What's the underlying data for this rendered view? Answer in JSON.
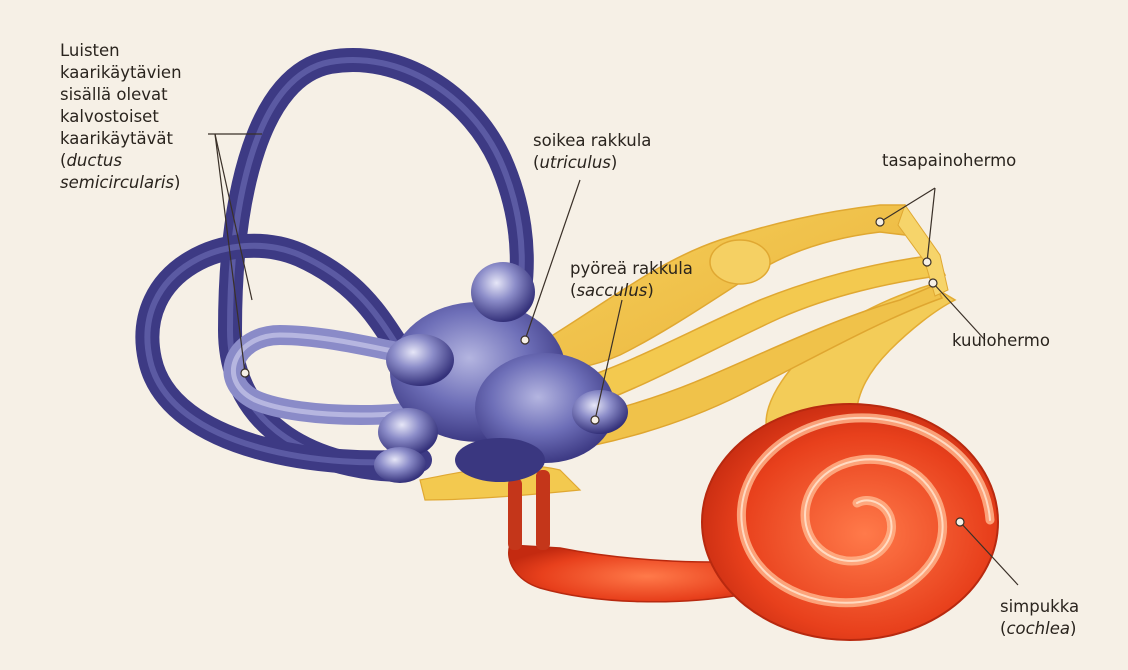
{
  "labels": {
    "canals": {
      "l1": "Luisten",
      "l2": "kaarikäytävien",
      "l3": "sisällä olevat",
      "l4": "kalvostoiset",
      "l5": "kaarikäytävät",
      "l6_italic": "ductus",
      "l7_italic": "semicircularis"
    },
    "utricle": {
      "main": "soikea rakkula",
      "latin": "utriculus"
    },
    "saccule": {
      "main": "pyöreä rakkula",
      "latin": "sacculus"
    },
    "vestibular_nerve": "tasapainohermo",
    "cochlear_nerve": "kuulohermo",
    "cochlea": {
      "main": "simpukka",
      "latin": "cochlea"
    }
  },
  "colors": {
    "background": "#f6f0e6",
    "labyrinth": "#3d3a84",
    "labyrinth_highlight": "#9fa0d2",
    "nerve": "#f2c244",
    "nerve_highlight": "#fbe59a",
    "cochlea": "#e23a1c",
    "cochlea_highlight": "#ffb38a",
    "leader_line": "#3a3028"
  }
}
